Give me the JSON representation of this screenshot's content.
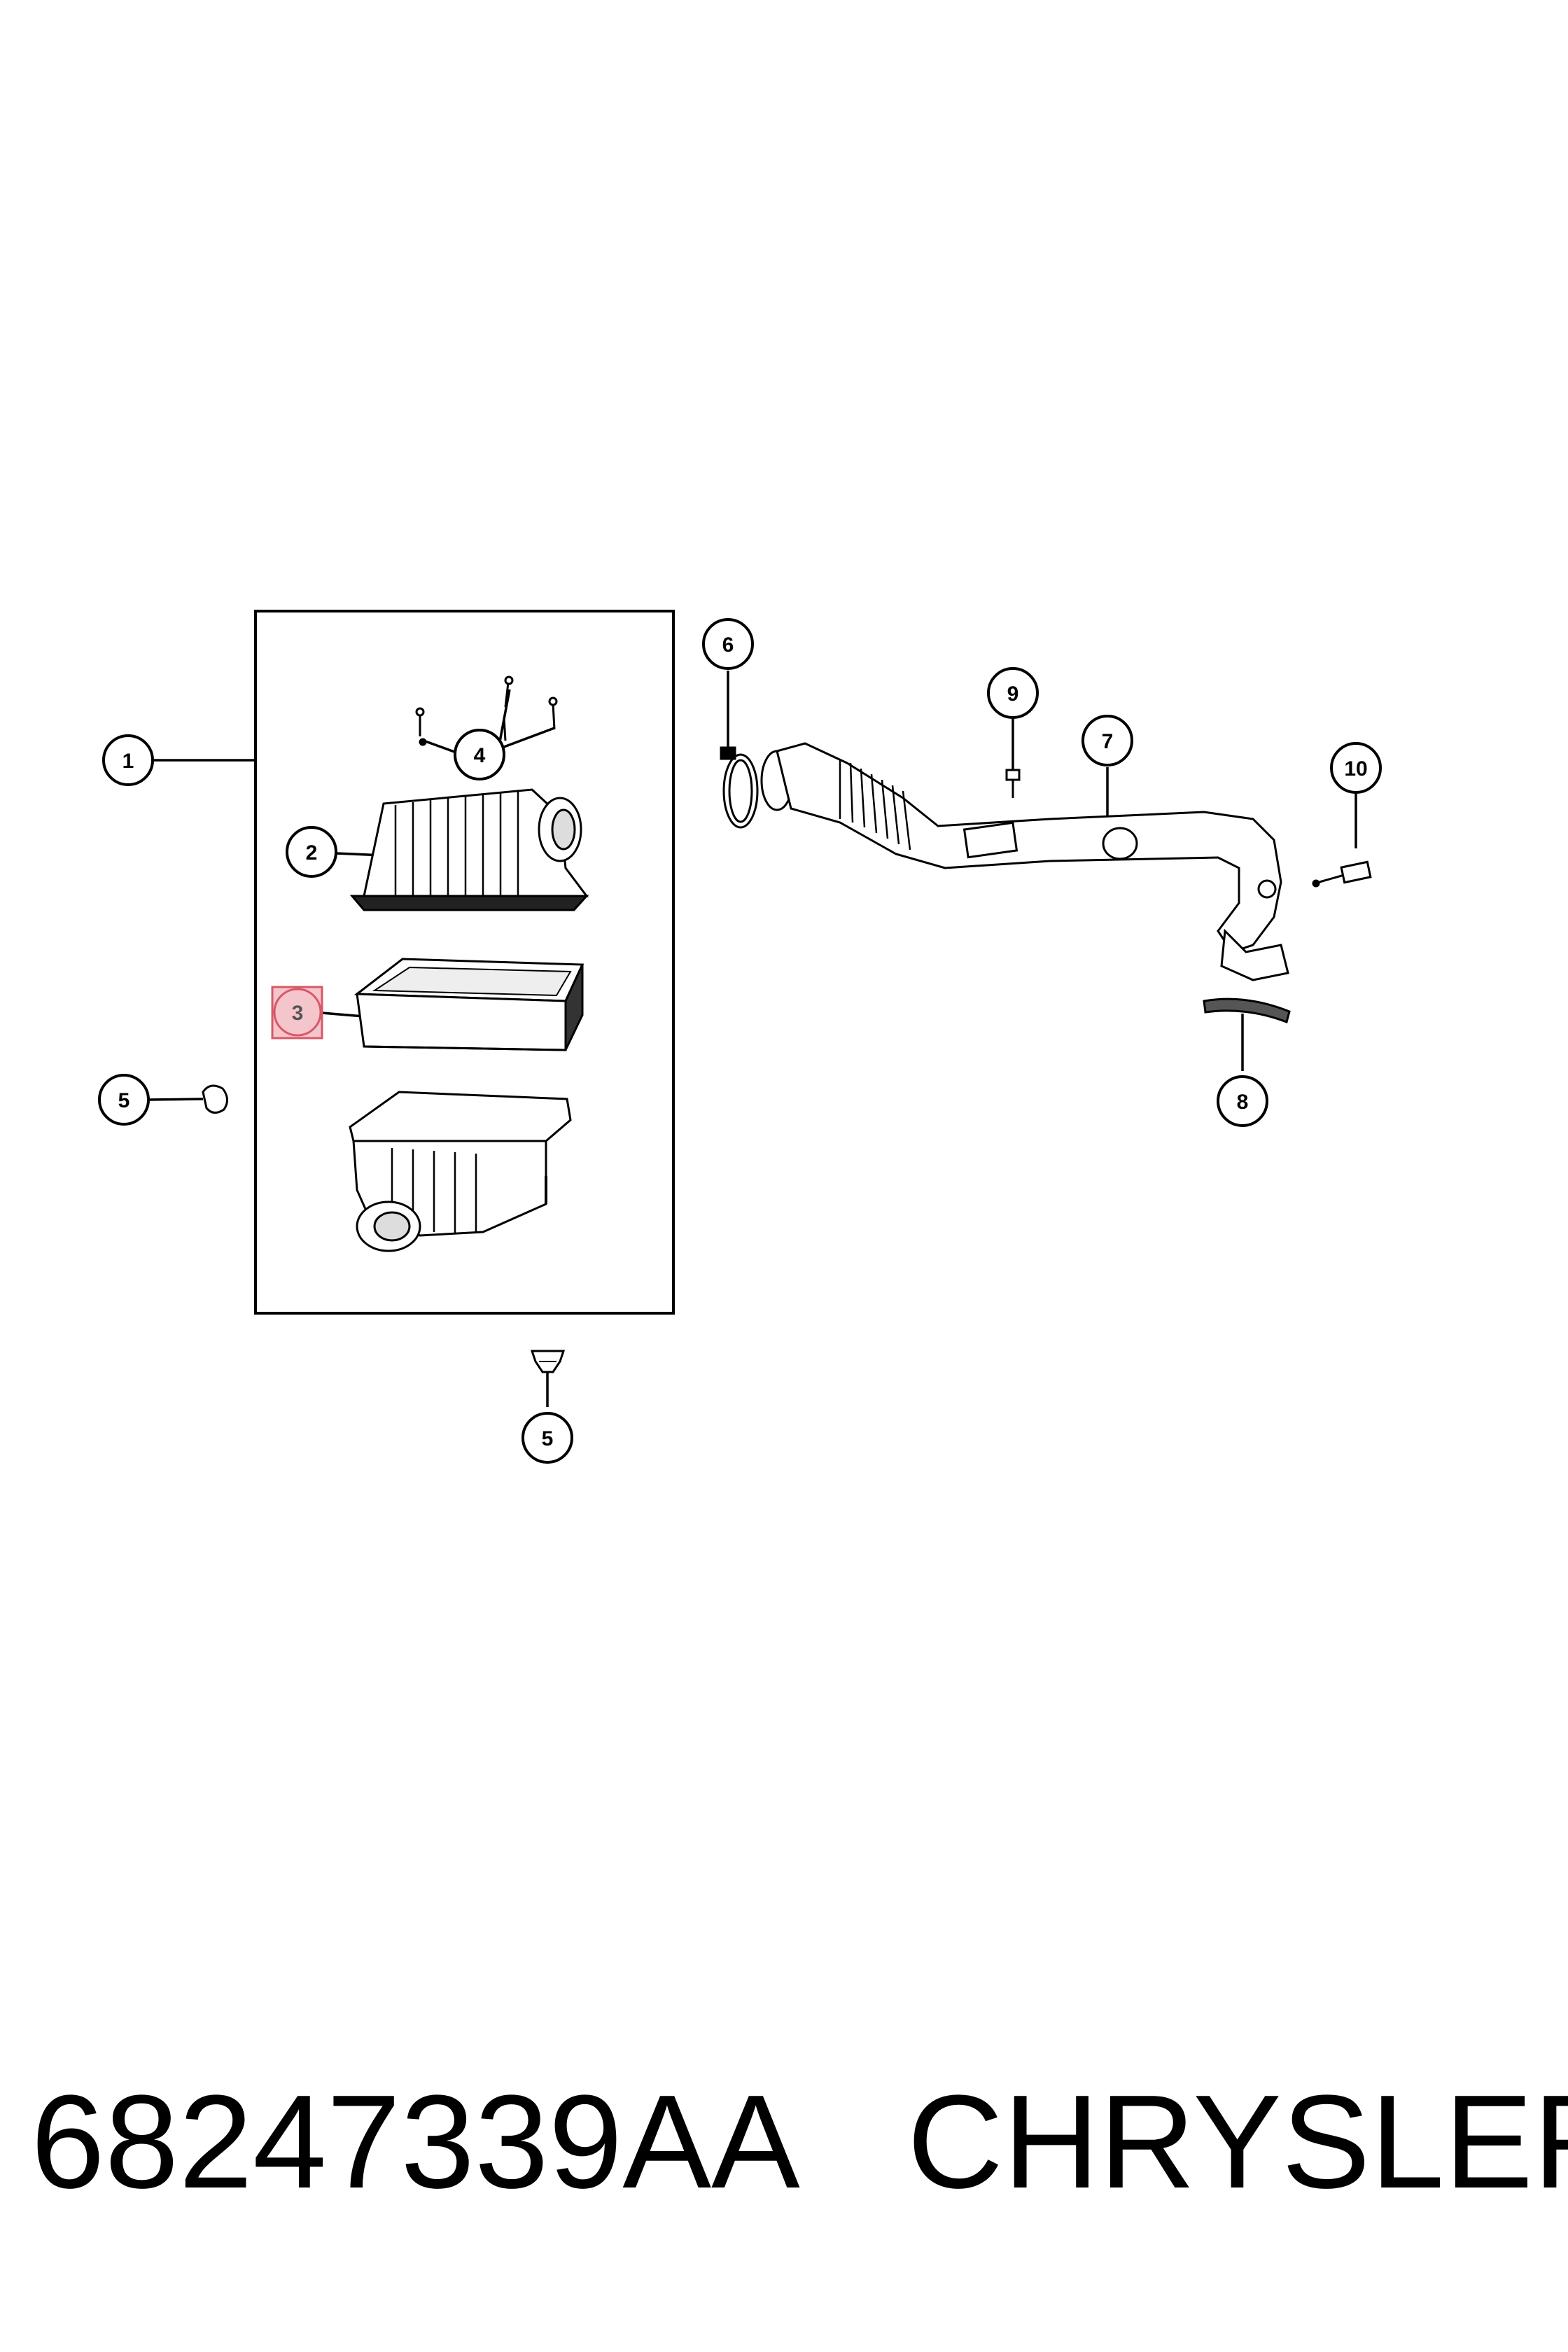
{
  "diagram": {
    "callouts": [
      {
        "id": "c1",
        "label": "1"
      },
      {
        "id": "c2",
        "label": "2"
      },
      {
        "id": "c3",
        "label": "3",
        "highlighted": true
      },
      {
        "id": "c4",
        "label": "4"
      },
      {
        "id": "c5a",
        "label": "5"
      },
      {
        "id": "c5b",
        "label": "5"
      },
      {
        "id": "c6",
        "label": "6"
      },
      {
        "id": "c7",
        "label": "7"
      },
      {
        "id": "c8",
        "label": "8"
      },
      {
        "id": "c9",
        "label": "9"
      },
      {
        "id": "c10",
        "label": "10"
      }
    ],
    "highlight_color": "#e8a0a8",
    "line_color": "#000000"
  },
  "footer": {
    "part_number": "68247339AA",
    "brand": "CHRYSLER"
  }
}
